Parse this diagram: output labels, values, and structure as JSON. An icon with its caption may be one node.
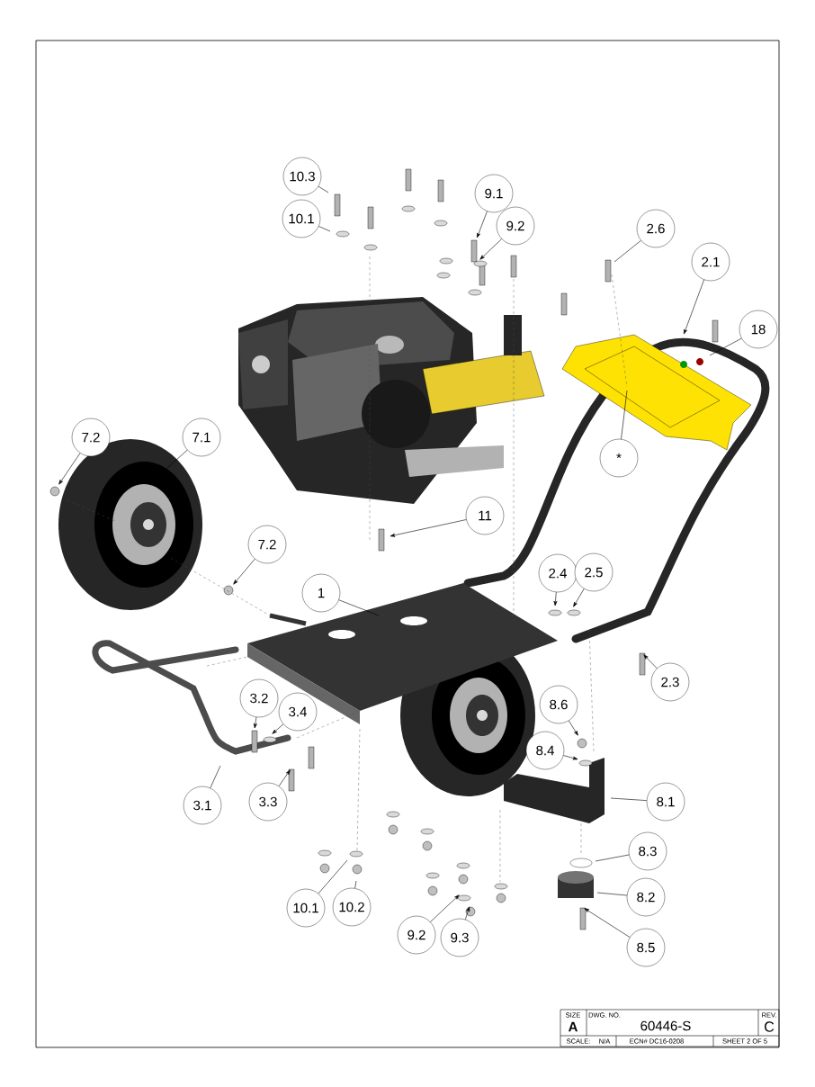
{
  "diagram": {
    "nodes": [
      {
        "text": [
          "10.3"
        ]
      },
      {
        "text": [
          "10.1"
        ]
      },
      {
        "text": [
          "9.1"
        ]
      },
      {
        "text": [
          "9.2"
        ]
      },
      {
        "text": [
          "2.6"
        ]
      },
      {
        "text": [
          "2.1"
        ]
      },
      {
        "text": [
          "18"
        ]
      },
      {
        "text": [
          "*"
        ]
      },
      {
        "text": [
          "7.2"
        ]
      },
      {
        "text": [
          "7.1"
        ]
      },
      {
        "text": [
          "11"
        ]
      },
      {
        "text": [
          "7.2"
        ]
      },
      {
        "text": [
          "1"
        ]
      },
      {
        "text": [
          "2.4"
        ]
      },
      {
        "text": [
          "2.5"
        ]
      },
      {
        "text": [
          "2.3"
        ]
      },
      {
        "text": [
          "3.2"
        ]
      },
      {
        "text": [
          "3.4"
        ]
      },
      {
        "text": [
          "8.6"
        ]
      },
      {
        "text": [
          "8.4"
        ]
      },
      {
        "text": [
          "3.1"
        ]
      },
      {
        "text": [
          "3.3"
        ]
      },
      {
        "text": [
          "8.1"
        ]
      },
      {
        "text": [
          "8.3"
        ]
      },
      {
        "text": [
          "10.1"
        ]
      },
      {
        "text": [
          "10.2"
        ]
      },
      {
        "text": [
          "8.2"
        ]
      },
      {
        "text": [
          "9.2"
        ]
      },
      {
        "text": [
          "9.3"
        ]
      },
      {
        "text": [
          "8.5"
        ]
      }
    ],
    "edges": [
      {
        "from": 0,
        "to": null,
        "arrow": "none"
      },
      {
        "from": 1,
        "to": null,
        "arrow": "none"
      },
      {
        "from": 2,
        "to": null,
        "arrow": "to"
      },
      {
        "from": 3,
        "to": null,
        "arrow": "to"
      },
      {
        "from": 4,
        "to": null,
        "arrow": "none"
      },
      {
        "from": 5,
        "to": null,
        "arrow": "to"
      },
      {
        "from": 6,
        "to": null,
        "arrow": "none"
      },
      {
        "from": 7,
        "to": null,
        "arrow": "none"
      },
      {
        "from": 8,
        "to": null,
        "arrow": "to"
      },
      {
        "from": 9,
        "to": null,
        "arrow": "none"
      },
      {
        "from": 10,
        "to": null,
        "arrow": "to"
      },
      {
        "from": 11,
        "to": null,
        "arrow": "to"
      },
      {
        "from": 12,
        "to": null,
        "arrow": "none"
      },
      {
        "from": 13,
        "to": null,
        "arrow": "to"
      },
      {
        "from": 14,
        "to": null,
        "arrow": "to"
      },
      {
        "from": 15,
        "to": null,
        "arrow": "to"
      },
      {
        "from": 16,
        "to": null,
        "arrow": "to"
      },
      {
        "from": 17,
        "to": null,
        "arrow": "to"
      },
      {
        "from": 18,
        "to": null,
        "arrow": "to"
      },
      {
        "from": 19,
        "to": null,
        "arrow": "to"
      },
      {
        "from": 20,
        "to": null,
        "arrow": "none"
      },
      {
        "from": 21,
        "to": null,
        "arrow": "to"
      },
      {
        "from": 22,
        "to": null,
        "arrow": "none"
      },
      {
        "from": 23,
        "to": null,
        "arrow": "none"
      },
      {
        "from": 24,
        "to": null,
        "arrow": "none"
      },
      {
        "from": 25,
        "to": null,
        "arrow": "none"
      },
      {
        "from": 26,
        "to": null,
        "arrow": "none"
      },
      {
        "from": 27,
        "to": null,
        "arrow": "to"
      },
      {
        "from": 28,
        "to": null,
        "arrow": "to"
      },
      {
        "from": 29,
        "to": null,
        "arrow": "to"
      }
    ],
    "labels": [
      "SIZE",
      "A",
      "DWG. NO.",
      "60446-S",
      "REV.",
      "C",
      "SCALE:",
      "N/A",
      "ECN# DC16-0208",
      "SHEET 2 OF 5"
    ]
  }
}
